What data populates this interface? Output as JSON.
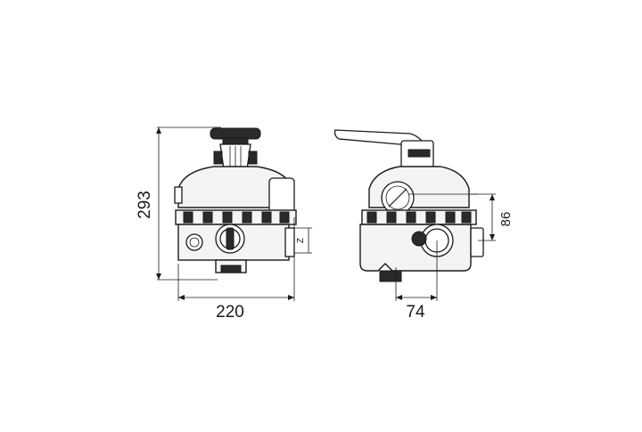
{
  "diagram": {
    "dimensions": {
      "total_height": "293",
      "front_width": "220",
      "side_offset": "74",
      "side_height": "86",
      "port_height": "Z"
    }
  }
}
